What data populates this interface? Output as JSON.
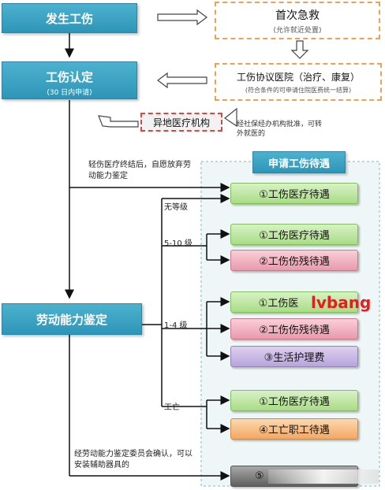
{
  "nodes": {
    "injury": "发生工伤",
    "first_aid": "首次急救",
    "first_aid_sub": "(允许就近处置)",
    "recognition": "工伤认定",
    "recognition_sub": "(30 日内申请)",
    "hospital": "工伤协议医院（治疗、康复）",
    "hospital_sub": "(符合条件的可申请住院医费统一结算)",
    "remote": "异地医疗机构",
    "remote_note": "经社保经办机构批准，可转外就医的",
    "apply": "申请工伤待遇",
    "assessment": "劳动能力鉴定"
  },
  "notes": {
    "light_injury": "轻伤医疗终结后，自愿放弃劳动能力鉴定",
    "device": "经劳动能力鉴定委员会确认，可以安装辅助器具的"
  },
  "levels": {
    "none": "无等级",
    "l5_10": "5-10 级",
    "l1_4": "1-4 级",
    "death": "工亡"
  },
  "benefits": {
    "b1": "①工伤医疗待遇",
    "b2": "①工伤医疗待遇",
    "b3": "②工伤伤残待遇",
    "b4": "①工伤医",
    "b5": "②工伤伤残待遇",
    "b6": "③生活护理费",
    "b7": "①工伤医疗待遇",
    "b8": "④工亡职工待遇",
    "b9": "⑤"
  },
  "watermark": "lvbang"
}
